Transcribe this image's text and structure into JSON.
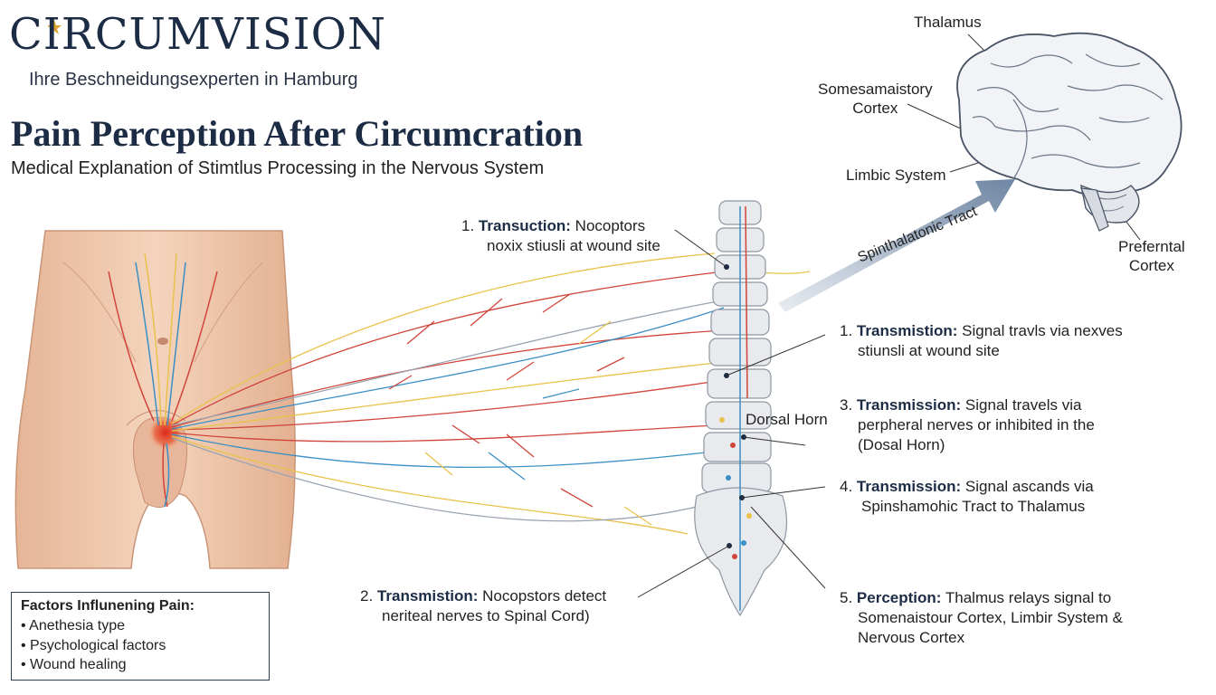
{
  "brand": {
    "logo": "CIRCUMVISION",
    "tagline": "Ihre Beschneidungsexperten in Hamburg"
  },
  "header": {
    "title": "Pain Perception After Circumcration",
    "subtitle": "Medical Explanation of Stimtlus Processing in the Nervous System"
  },
  "brain_labels": {
    "thalamus": "Thalamus",
    "somatosensory": [
      "Somesamaistory",
      "Cortex"
    ],
    "limbic": "Limbic System",
    "prefrontal": [
      "Preferntal",
      "Cortex"
    ]
  },
  "tract_label": "Spinthalatonic Tract",
  "dorsal_horn_label": "Dorsal Horn",
  "steps": [
    {
      "num": "1.",
      "name": "Transuction:",
      "text1": "Nocoptors",
      "text2": "noxix stiusli at wound site"
    },
    {
      "num": "1.",
      "name": "Transmistion:",
      "text1": "Signal travls via nexves",
      "text2": "stiunsli at wound site"
    },
    {
      "num": "3.",
      "name": "Transmission:",
      "text1": "Signal travels via",
      "text2": "perpheral nerves or inhibited in the",
      "text3": "(Dosal Horn)"
    },
    {
      "num": "4.",
      "name": "Transmission:",
      "text1": "Signal ascands via",
      "text2": "Spinshamohic Tract to Thalamus"
    },
    {
      "num": "2.",
      "name": "Transmistion:",
      "text1": "Nocopstors detect",
      "text2": "neriteal nerves to Spinal Cord)"
    },
    {
      "num": "5.",
      "name": "Perception:",
      "text1": "Thalmus relays signal to",
      "text2": "Somenaistour Cortex, Limbir System &",
      "text3": "Nervous Cortex"
    }
  ],
  "factors": {
    "heading": "Factors Influnening Pain:",
    "items": [
      "Anethesia type",
      "Psychological factors",
      "Wound healing"
    ]
  },
  "colors": {
    "navy": "#1c2c45",
    "skin": "#efc9ae",
    "nerve_red": "#d0443a",
    "nerve_yellow": "#e8c24a",
    "nerve_blue": "#3a8fc4",
    "nerve_gray": "#9aa4b0",
    "logo_star": "#d9a531"
  }
}
